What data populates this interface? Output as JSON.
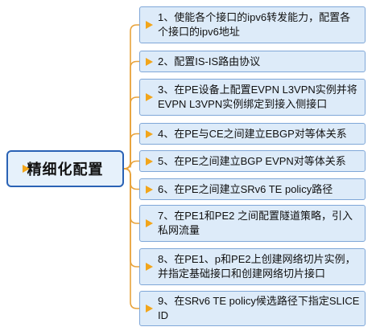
{
  "root": {
    "label": "精细化配置"
  },
  "steps": [
    {
      "label": "1、使能各个接口的ipv6转发能力，配置各个接口的ipv6地址"
    },
    {
      "label": "2、配置IS-IS路由协议"
    },
    {
      "label": "3、在PE设备上配置EVPN  L3VPN实例并将EVPN L3VPN实例绑定到接入侧接口"
    },
    {
      "label": "4、在PE与CE之间建立EBGP对等体关系"
    },
    {
      "label": "5、在PE之间建立BGP EVPN对等体关系"
    },
    {
      "label": "6、在PE之间建立SRv6 TE policy路径"
    },
    {
      "label": "7、在PE1和PE2 之间配置隧道策略，引入私网流量"
    },
    {
      "label": "8、在PE1、p和PE2上创建网络切片实例，并指定基础接口和创建网络切片接口"
    },
    {
      "label": "9、在SRv6 TE policy候选路径下指定SLICE ID"
    }
  ],
  "colors": {
    "root_border": "#2a62b5",
    "node_border": "#7fa7d8",
    "node_fill": "#ddebf9",
    "flag": "#f2a51a",
    "connector": "#e8a33c"
  }
}
